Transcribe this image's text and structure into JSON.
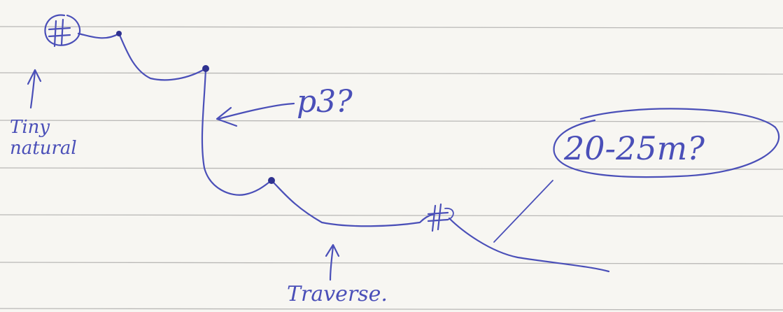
{
  "labels": {
    "tiny_natural_line1": "Tiny",
    "tiny_natural_line2": "natural",
    "pitch_question": "p3?",
    "length_estimate": "20-25m?",
    "traverse": "Traverse."
  },
  "colors": {
    "paper": "#f7f6f2",
    "rule": "#b9b8b6",
    "ink": "#4a4fb8",
    "dot": "#2f3290"
  },
  "icons": {
    "anchor_start": "anchor-symbol-icon",
    "anchor_end": "anchor-symbol-icon"
  }
}
